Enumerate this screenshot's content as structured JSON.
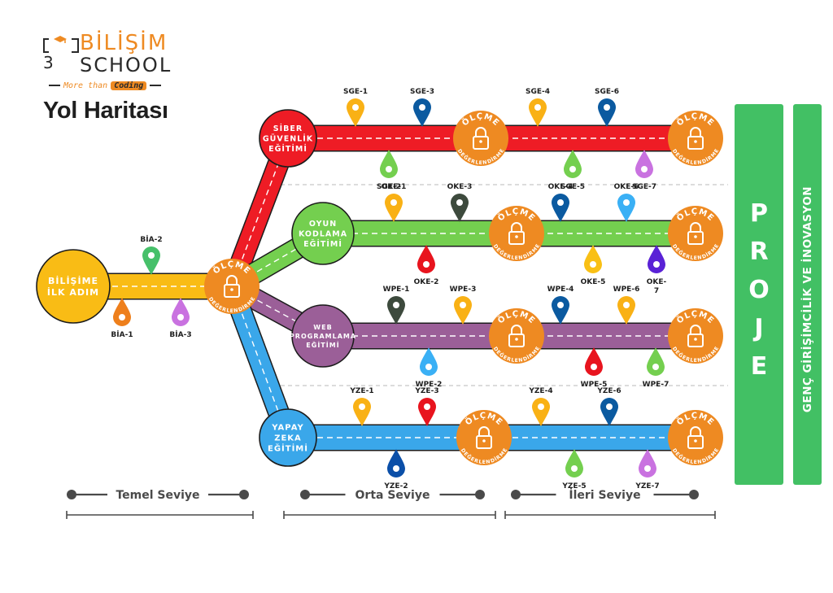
{
  "brand": {
    "name_top": "BİLİŞİM",
    "name_bottom": "SCHOOL",
    "tagline_pre": "More than",
    "tagline_highlight": "Coding"
  },
  "title": "Yol Haritası",
  "colors": {
    "orange": "#ee8a22",
    "yellow": "#f9bc15",
    "red": "#ee1c25",
    "green": "#74cf4f",
    "purple": "#9b5f98",
    "blue": "#3aa7ea",
    "panel_green": "#42c064",
    "dark_text": "#1e1e1e",
    "level_gray": "#555555"
  },
  "start_node": {
    "label_lines": [
      "BİLİŞİME",
      "İLK ADIM"
    ],
    "color": "#f9bc15",
    "pins": [
      {
        "label": "BİA-1",
        "color": "#ee7f1c",
        "side": "below"
      },
      {
        "label": "BİA-2",
        "color": "#46c06a",
        "side": "above"
      },
      {
        "label": "BİA-3",
        "color": "#c972e0",
        "side": "below"
      }
    ]
  },
  "assessment": {
    "top_text": "ÖLÇME",
    "bottom_text": "DEĞERLENDİRME",
    "icon": "padlock-icon",
    "color": "#ee8a22"
  },
  "tracks": [
    {
      "id": "sge",
      "label_lines": [
        "SİBER",
        "GÜVENLİK",
        "EĞİTİMİ"
      ],
      "color": "#ee1c25",
      "pins": [
        {
          "label": "SGE-1",
          "color": "#f9b115",
          "side": "above"
        },
        {
          "label": "SGE-2",
          "color": "#74cf4f",
          "side": "below"
        },
        {
          "label": "SGE-3",
          "color": "#0b5aa0",
          "side": "above"
        },
        {
          "label": "SGE-4",
          "color": "#f9b115",
          "side": "above"
        },
        {
          "label": "SGE-5",
          "color": "#74cf4f",
          "side": "below"
        },
        {
          "label": "SGE-6",
          "color": "#0b5aa0",
          "side": "above"
        },
        {
          "label": "SGE-7",
          "color": "#c972e0",
          "side": "below"
        }
      ]
    },
    {
      "id": "oke",
      "label_lines": [
        "OYUN",
        "KODLAMA",
        "EĞİTİMİ"
      ],
      "color": "#74cf4f",
      "pins": [
        {
          "label": "OKE-1",
          "color": "#f9b115",
          "side": "above"
        },
        {
          "label": "OKE-2",
          "color": "#e8141e",
          "side": "below"
        },
        {
          "label": "OKE-3",
          "color": "#3d4a3d",
          "side": "above"
        },
        {
          "label": "OKE-4",
          "color": "#0b5aa0",
          "side": "above"
        },
        {
          "label": "OKE-5",
          "color": "#f9c015",
          "side": "below"
        },
        {
          "label": "OKE-6",
          "color": "#3ab0f5",
          "side": "above"
        },
        {
          "label": "OKE-7",
          "color": "#5a22d6",
          "side": "below",
          "wrapped": true
        }
      ]
    },
    {
      "id": "wpe",
      "label_lines": [
        "WEB",
        "PROGRAMLAMA",
        "EĞİTİMİ"
      ],
      "color": "#9b5f98",
      "pins": [
        {
          "label": "WPE-1",
          "color": "#3d4a3d",
          "side": "above"
        },
        {
          "label": "WPE-2",
          "color": "#3ab0f5",
          "side": "below"
        },
        {
          "label": "WPE-3",
          "color": "#f9b115",
          "side": "above"
        },
        {
          "label": "WPE-4",
          "color": "#0b5aa0",
          "side": "above"
        },
        {
          "label": "WPE-5",
          "color": "#e8141e",
          "side": "below"
        },
        {
          "label": "WPE-6",
          "color": "#f9b115",
          "side": "above"
        },
        {
          "label": "WPE-7",
          "color": "#74cf4f",
          "side": "below"
        }
      ]
    },
    {
      "id": "yze",
      "label_lines": [
        "YAPAY",
        "ZEKA",
        "EĞİTİMİ"
      ],
      "color": "#3aa7ea",
      "pins": [
        {
          "label": "YZE-1",
          "color": "#f9b115",
          "side": "above"
        },
        {
          "label": "YZE-2",
          "color": "#0b4fa8",
          "side": "below"
        },
        {
          "label": "YZE-3",
          "color": "#e8141e",
          "side": "above"
        },
        {
          "label": "YZE-4",
          "color": "#f9b115",
          "side": "above"
        },
        {
          "label": "YZE-5",
          "color": "#74cf4f",
          "side": "below"
        },
        {
          "label": "YZE-6",
          "color": "#0b5aa0",
          "side": "above"
        },
        {
          "label": "YZE-7",
          "color": "#c972e0",
          "side": "below"
        }
      ]
    }
  ],
  "panels": {
    "project": {
      "letters": [
        "P",
        "R",
        "O",
        "J",
        "E"
      ],
      "color": "#42c064"
    },
    "entrepreneurship": {
      "label": "GENÇ GİRİŞİMCİLİK VE İNOVASYON",
      "color": "#42c064"
    }
  },
  "levels": [
    {
      "label": "Temel Seviye"
    },
    {
      "label": "Orta Seviye"
    },
    {
      "label": "İleri Seviye"
    }
  ]
}
